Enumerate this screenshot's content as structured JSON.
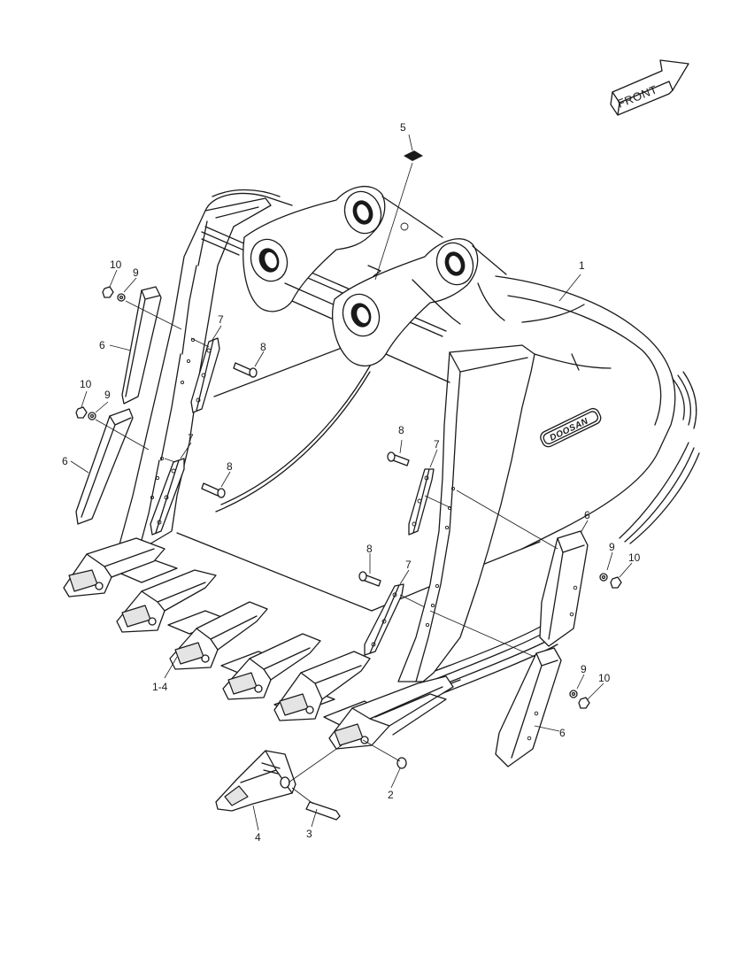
{
  "diagram": {
    "direction_label": "FRONT",
    "brand_marking": "DOOSAN",
    "callouts": {
      "bucket": "1",
      "washer_tip": "2",
      "pin": "3",
      "tip": "4",
      "decal": "5",
      "side_cutter": "6",
      "wear_plate": "7",
      "bolt": "8",
      "washer": "9",
      "nut": "10",
      "adapter_assembly": "1-4"
    }
  }
}
